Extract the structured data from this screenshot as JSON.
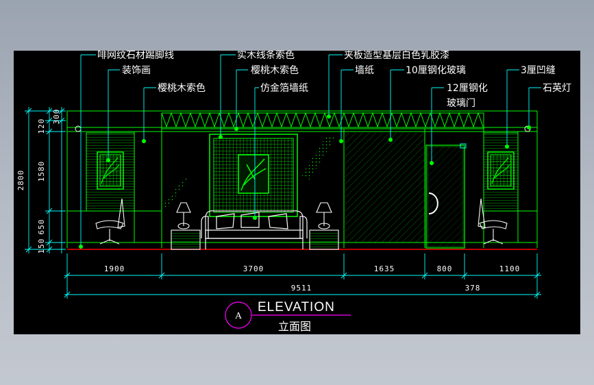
{
  "drawing": {
    "title_en": "ELEVATION",
    "title_cn": "立面图",
    "section_mark": "A",
    "colors": {
      "background": "#000000",
      "linework": "#00ff00",
      "leaders": "#00ffff",
      "dimensions": "#00ffff",
      "floor": "#ff0000",
      "title_underline": "#ff00ff",
      "text": "#ffffff"
    },
    "labels": {
      "l1": "啡网纹石材踢脚线",
      "l2": "装饰画",
      "l3": "樱桃木索色",
      "l4": "实木线条索色",
      "l5": "樱桃木索色",
      "l6": "仿金箔墙纸",
      "l7": "夹板造型基层白色乳胶漆",
      "l8": "墙纸",
      "l9": "10厘钢化玻璃",
      "l10a": "12厘钢化",
      "l10b": "玻璃门",
      "l11": "3厘凹缝",
      "l12": "石英灯"
    },
    "vertical_dims": {
      "total": "2800",
      "d300": "300",
      "d120": "120",
      "d1580": "1580",
      "d650": "650",
      "d150": "150"
    },
    "horizontal_dims": {
      "d1900": "1900",
      "d3700": "3700",
      "d1635": "1635",
      "d800": "800",
      "d1100": "1100",
      "total": "9511",
      "d378": "378"
    }
  }
}
